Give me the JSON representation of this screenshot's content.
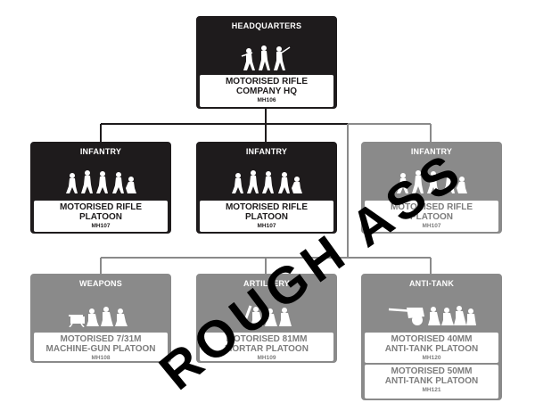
{
  "colors": {
    "dark": "#1e1b1c",
    "grey": "#8a8a8a",
    "watermark": "#000000"
  },
  "watermark": "ROUGH ASS",
  "hq": {
    "category": "HEADQUARTERS",
    "name": [
      "MOTORISED RIFLE",
      "COMPANY HQ"
    ],
    "code": "MH106",
    "icon": "soldiers-advancing-icon"
  },
  "infantry": [
    {
      "category": "INFANTRY",
      "name": [
        "MOTORISED RIFLE",
        "PLATOON"
      ],
      "code": "MH107",
      "icon": "infantry-squad-icon"
    },
    {
      "category": "INFANTRY",
      "name": [
        "MOTORISED RIFLE",
        "PLATOON"
      ],
      "code": "MH107",
      "icon": "infantry-squad-icon"
    },
    {
      "category": "INFANTRY",
      "name": [
        "MOTORISED RIFLE",
        "PLATOON"
      ],
      "code": "MH107",
      "icon": "infantry-squad-icon"
    }
  ],
  "support": [
    {
      "category": "WEAPONS",
      "name": [
        "MOTORISED 7/31M",
        "MACHINE-GUN PLATOON"
      ],
      "code": "MH108",
      "icon": "machine-gun-team-icon"
    },
    {
      "category": "ARTILLERY",
      "name": [
        "MOTORISED 81MM",
        "MORTAR PLATOON"
      ],
      "code": "MH109",
      "icon": "mortar-team-icon"
    },
    {
      "category": "ANTI-TANK",
      "name": [
        "MOTORISED 40MM",
        "ANTI-TANK PLATOON"
      ],
      "code": "MH120",
      "icon": "anti-tank-gun-icon",
      "alt": {
        "name": [
          "MOTORISED 50MM",
          "ANTI-TANK PLATOON"
        ],
        "code": "MH121"
      }
    }
  ]
}
